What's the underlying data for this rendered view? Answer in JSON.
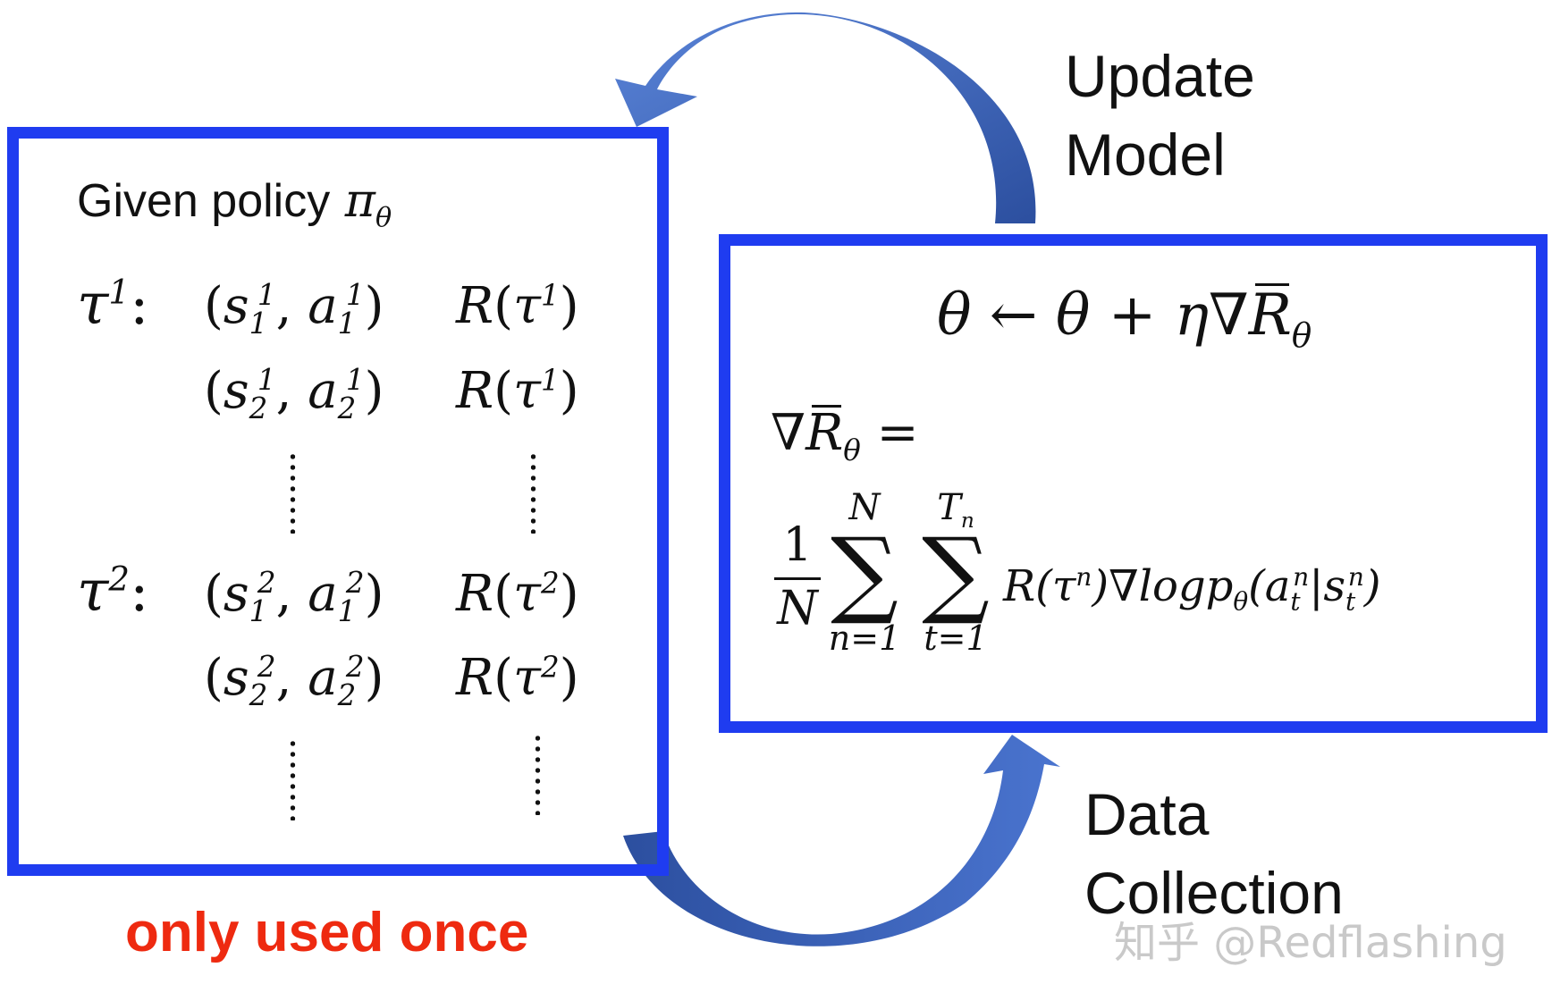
{
  "labels": {
    "update_model_line1": "Update",
    "update_model_line2": "Model",
    "data_collection_line1": "Data",
    "data_collection_line2": "Collection",
    "only_used_once": "only used once",
    "watermark": "知乎 @Redflashing"
  },
  "left_box": {
    "given_policy": "Given policy",
    "pi": "π",
    "pi_sub": "θ",
    "trajectories": [
      {
        "name": "τ",
        "index": "1",
        "colon": ":",
        "rows": [
          {
            "s_sup": "1",
            "s_sub": "1",
            "a_sup": "1",
            "a_sub": "1",
            "reward_sup": "1"
          },
          {
            "s_sup": "1",
            "s_sub": "2",
            "a_sup": "1",
            "a_sub": "2",
            "reward_sup": "1"
          }
        ]
      },
      {
        "name": "τ",
        "index": "2",
        "colon": ":",
        "rows": [
          {
            "s_sup": "2",
            "s_sub": "1",
            "a_sup": "2",
            "a_sub": "1",
            "reward_sup": "2"
          },
          {
            "s_sup": "2",
            "s_sub": "2",
            "a_sup": "2",
            "a_sub": "2",
            "reward_sup": "2"
          }
        ]
      }
    ],
    "symbols": {
      "s": "s",
      "a": "a",
      "R": "R",
      "tau": "τ",
      "open_paren": "(",
      "close_paren": ")",
      "comma": ","
    }
  },
  "right_box": {
    "update_rule": {
      "lhs": "θ",
      "arrow": "←",
      "theta": "θ",
      "plus": "+",
      "eta_nabla": "η∇",
      "R": "R",
      "sub": "θ"
    },
    "gradient_def": {
      "nabla": "∇",
      "R": "R",
      "sub": "θ",
      "equals": "="
    },
    "estimator": {
      "numerator": "1",
      "denominator": "N",
      "sum1": {
        "symbol": "∑",
        "upper": "N",
        "lower": "n=1"
      },
      "sum2": {
        "symbol": "∑",
        "upper_base": "T",
        "upper_sub": "n",
        "lower": "t=1"
      },
      "term_R": "R(τ",
      "term_R_sup": "n",
      "term_grad": ")∇logp",
      "term_p_sub": "θ",
      "term_open": "(a",
      "term_a_sup": "n",
      "term_a_sub": "t",
      "term_bar": "|s",
      "term_s_sup": "n",
      "term_s_sub": "t",
      "term_close": ")"
    }
  },
  "colors": {
    "box_border": "#1f3cf0",
    "arrow_fill": "#3f68c4",
    "arrow_dark": "#2c4f9f",
    "highlight_red": "#ee2a10",
    "watermark": "#c9c9c9"
  }
}
